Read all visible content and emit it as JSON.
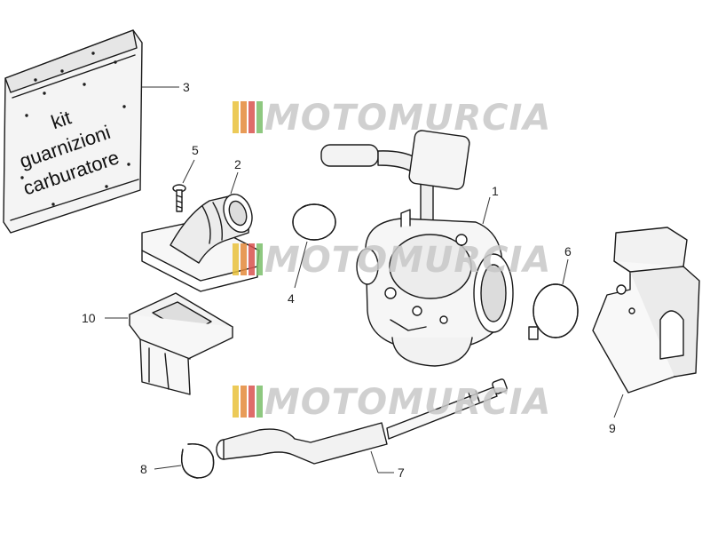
{
  "watermark": {
    "text": "MOTOMURCIA",
    "stripe_colors": [
      "#e9c13b",
      "#e58a3a",
      "#d9534f",
      "#7bbf6a"
    ],
    "text_color": "#c8c8c8"
  },
  "kit_bag": {
    "line1": "kit",
    "line2": "guarnizioni",
    "line3": "carburatore"
  },
  "callouts": [
    {
      "id": "1",
      "label": "1"
    },
    {
      "id": "2",
      "label": "2"
    },
    {
      "id": "3",
      "label": "3"
    },
    {
      "id": "4",
      "label": "4"
    },
    {
      "id": "5",
      "label": "5"
    },
    {
      "id": "6",
      "label": "6"
    },
    {
      "id": "7",
      "label": "7"
    },
    {
      "id": "8",
      "label": "8"
    },
    {
      "id": "9",
      "label": "9"
    },
    {
      "id": "10",
      "label": "10"
    }
  ]
}
